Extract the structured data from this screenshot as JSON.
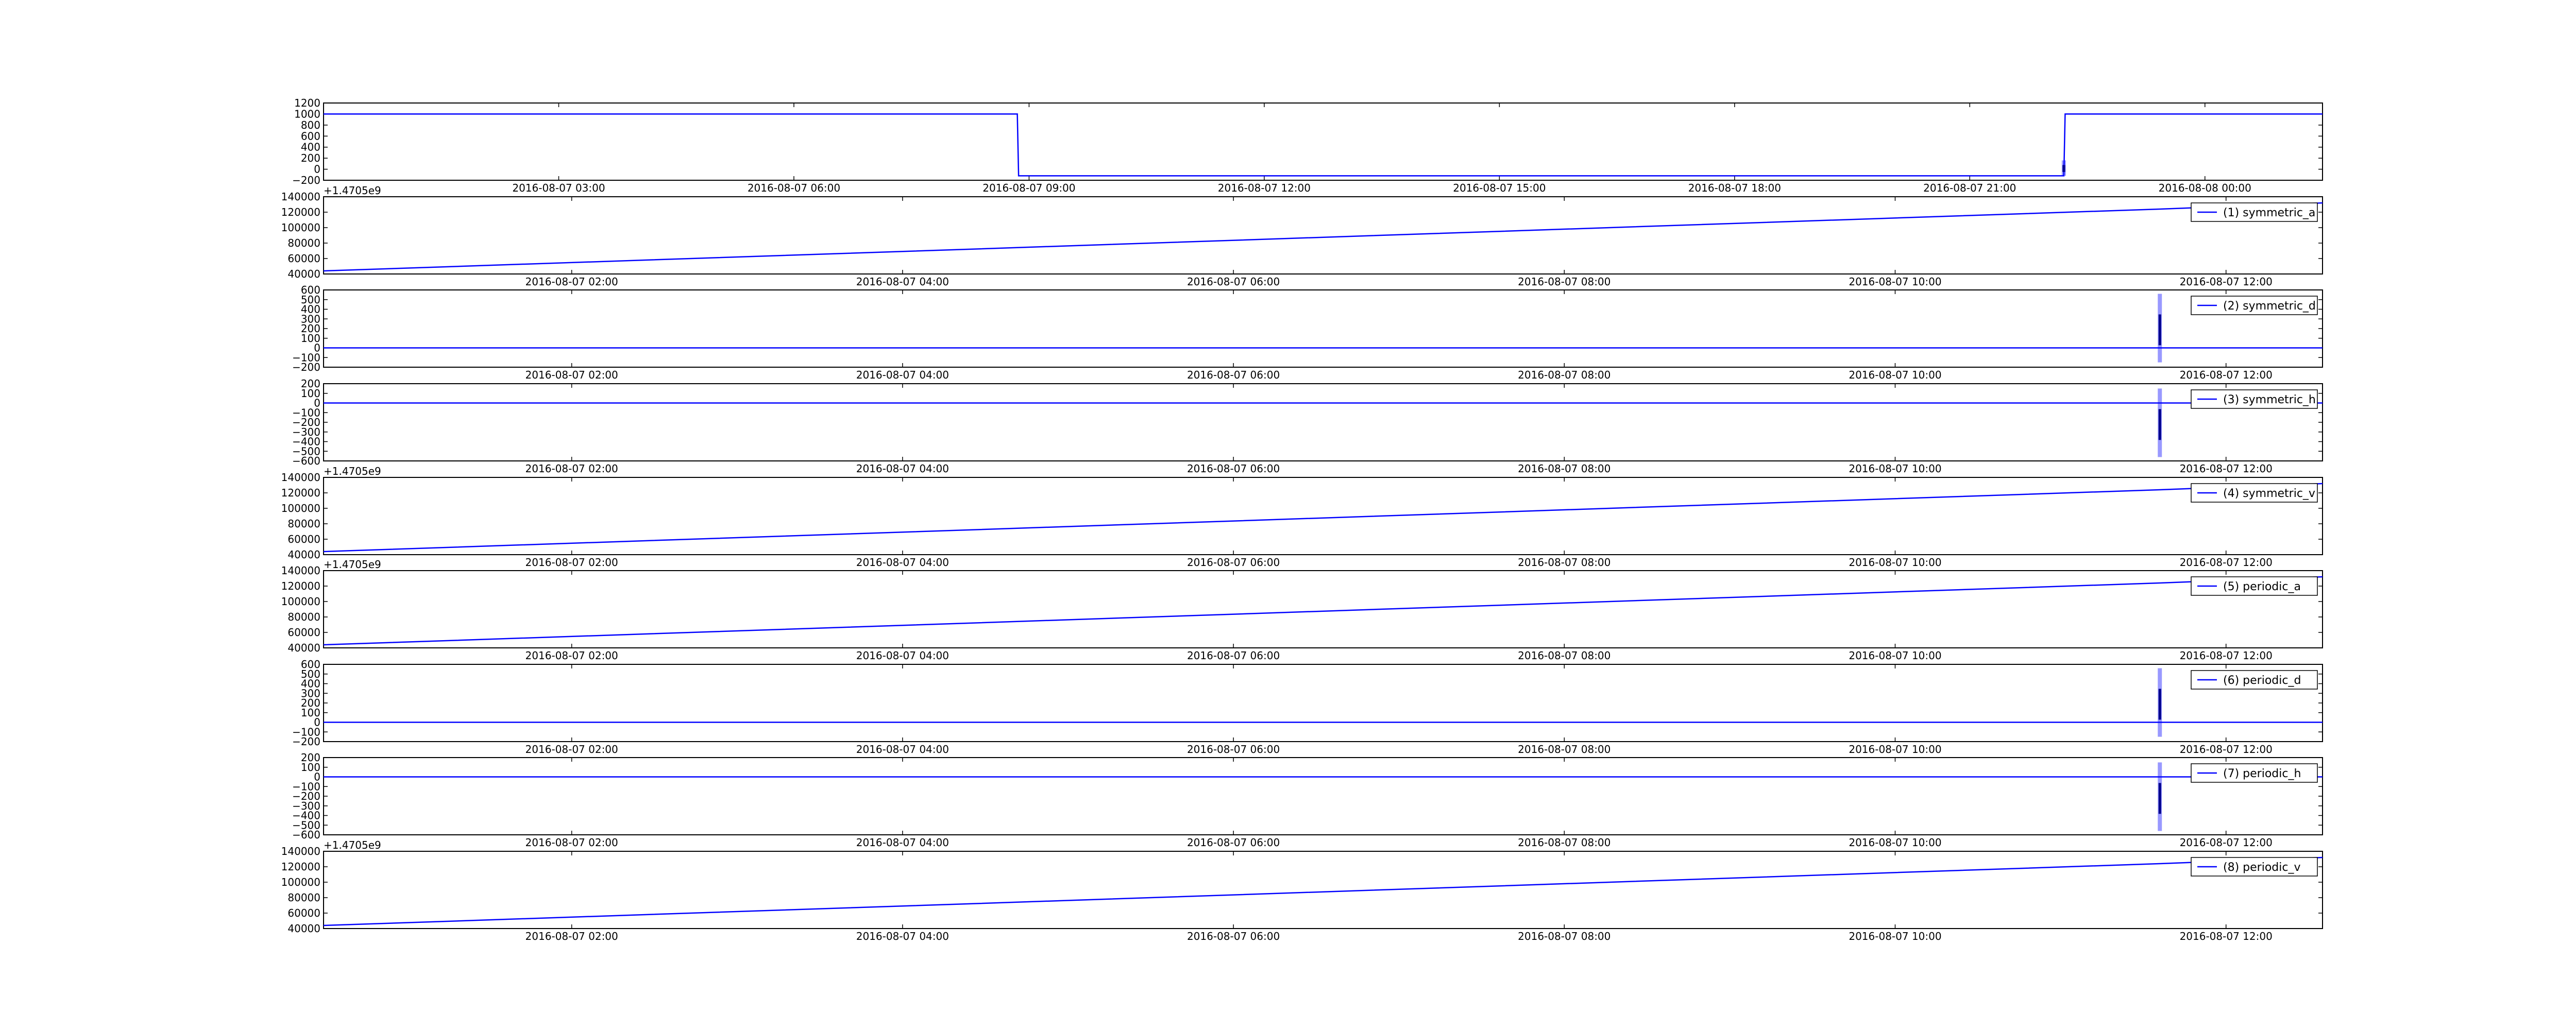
{
  "chart_data": [
    {
      "type": "line",
      "title": "",
      "legend": "",
      "x_axis": {
        "kind": "time",
        "range": [
          "2016-08-07 00:00",
          "2016-08-08 01:30"
        ],
        "ticks": [
          "2016-08-07 03:00",
          "2016-08-07 06:00",
          "2016-08-07 09:00",
          "2016-08-07 12:00",
          "2016-08-07 15:00",
          "2016-08-07 18:00",
          "2016-08-07 21:00",
          "2016-08-08 00:00"
        ]
      },
      "y_axis": {
        "range": [
          -200,
          1200
        ],
        "ticks": [
          "−200",
          "0",
          "200",
          "400",
          "600",
          "800",
          "1000",
          "1200"
        ],
        "offset_text": ""
      },
      "series": [
        {
          "name": "",
          "color": "#0000ff",
          "points": [
            [
              "2016-08-07 00:00",
              1000
            ],
            [
              "2016-08-07 08:51",
              1000
            ],
            [
              "2016-08-07 08:52",
              -120
            ],
            [
              "2016-08-07 22:12",
              -120
            ],
            [
              "2016-08-07 22:13",
              1000
            ],
            [
              "2016-08-08 01:30",
              1000
            ]
          ],
          "spike": {
            "x": "2016-08-07 22:12",
            "from": -120,
            "to": 160
          }
        }
      ]
    },
    {
      "type": "line",
      "legend": "(1) symmetric_a",
      "x_axis": {
        "kind": "time",
        "range": [
          "2016-08-07 00:30",
          "2016-08-07 12:35"
        ],
        "ticks": [
          "2016-08-07 02:00",
          "2016-08-07 04:00",
          "2016-08-07 06:00",
          "2016-08-07 08:00",
          "2016-08-07 10:00",
          "2016-08-07 12:00"
        ]
      },
      "y_axis": {
        "range": [
          40000,
          140000
        ],
        "ticks": [
          "40000",
          "60000",
          "80000",
          "100000",
          "120000",
          "140000"
        ],
        "offset_text": "+1.4705e9"
      },
      "series": [
        {
          "name": "(1) symmetric_a",
          "color": "#0000ff",
          "points": [
            [
              "2016-08-07 00:30",
              44000
            ],
            [
              "2016-08-07 04:57",
              76000
            ],
            [
              "2016-08-07 11:36",
              124000
            ],
            [
              "2016-08-07 12:35",
              132000
            ]
          ]
        }
      ]
    },
    {
      "type": "line",
      "legend": "(2) symmetric_d",
      "x_axis": {
        "kind": "time",
        "range": [
          "2016-08-07 00:30",
          "2016-08-07 12:35"
        ],
        "ticks": [
          "2016-08-07 02:00",
          "2016-08-07 04:00",
          "2016-08-07 06:00",
          "2016-08-07 08:00",
          "2016-08-07 10:00",
          "2016-08-07 12:00"
        ]
      },
      "y_axis": {
        "range": [
          -200,
          600
        ],
        "ticks": [
          "−200",
          "−100",
          "0",
          "100",
          "200",
          "300",
          "400",
          "500",
          "600"
        ],
        "offset_text": ""
      },
      "series": [
        {
          "name": "(2) symmetric_d",
          "color": "#0000ff",
          "points": [
            [
              "2016-08-07 00:30",
              0
            ],
            [
              "2016-08-07 12:35",
              0
            ]
          ],
          "spike": {
            "x": "2016-08-07 11:36",
            "from": -150,
            "to": 560
          }
        }
      ]
    },
    {
      "type": "line",
      "legend": "(3) symmetric_h",
      "x_axis": {
        "kind": "time",
        "range": [
          "2016-08-07 00:30",
          "2016-08-07 12:35"
        ],
        "ticks": [
          "2016-08-07 02:00",
          "2016-08-07 04:00",
          "2016-08-07 06:00",
          "2016-08-07 08:00",
          "2016-08-07 10:00",
          "2016-08-07 12:00"
        ]
      },
      "y_axis": {
        "range": [
          -600,
          200
        ],
        "ticks": [
          "−600",
          "−500",
          "−400",
          "−300",
          "−200",
          "−100",
          "0",
          "100",
          "200"
        ],
        "offset_text": ""
      },
      "series": [
        {
          "name": "(3) symmetric_h",
          "color": "#0000ff",
          "points": [
            [
              "2016-08-07 00:30",
              0
            ],
            [
              "2016-08-07 12:35",
              0
            ]
          ],
          "spike": {
            "x": "2016-08-07 11:36",
            "from": -560,
            "to": 150
          }
        }
      ]
    },
    {
      "type": "line",
      "legend": "(4) symmetric_v",
      "x_axis": {
        "kind": "time",
        "range": [
          "2016-08-07 00:30",
          "2016-08-07 12:35"
        ],
        "ticks": [
          "2016-08-07 02:00",
          "2016-08-07 04:00",
          "2016-08-07 06:00",
          "2016-08-07 08:00",
          "2016-08-07 10:00",
          "2016-08-07 12:00"
        ]
      },
      "y_axis": {
        "range": [
          40000,
          140000
        ],
        "ticks": [
          "40000",
          "60000",
          "80000",
          "100000",
          "120000",
          "140000"
        ],
        "offset_text": "+1.4705e9"
      },
      "series": [
        {
          "name": "(4) symmetric_v",
          "color": "#0000ff",
          "points": [
            [
              "2016-08-07 00:30",
              44000
            ],
            [
              "2016-08-07 04:57",
              76000
            ],
            [
              "2016-08-07 11:36",
              124000
            ],
            [
              "2016-08-07 12:35",
              132000
            ]
          ]
        }
      ]
    },
    {
      "type": "line",
      "legend": "(5) periodic_a",
      "x_axis": {
        "kind": "time",
        "range": [
          "2016-08-07 00:30",
          "2016-08-07 12:35"
        ],
        "ticks": [
          "2016-08-07 02:00",
          "2016-08-07 04:00",
          "2016-08-07 06:00",
          "2016-08-07 08:00",
          "2016-08-07 10:00",
          "2016-08-07 12:00"
        ]
      },
      "y_axis": {
        "range": [
          40000,
          140000
        ],
        "ticks": [
          "40000",
          "60000",
          "80000",
          "100000",
          "120000",
          "140000"
        ],
        "offset_text": "+1.4705e9"
      },
      "series": [
        {
          "name": "(5) periodic_a",
          "color": "#0000ff",
          "points": [
            [
              "2016-08-07 00:30",
              44000
            ],
            [
              "2016-08-07 04:57",
              76000
            ],
            [
              "2016-08-07 11:36",
              124000
            ],
            [
              "2016-08-07 12:35",
              132000
            ]
          ]
        }
      ]
    },
    {
      "type": "line",
      "legend": "(6) periodic_d",
      "x_axis": {
        "kind": "time",
        "range": [
          "2016-08-07 00:30",
          "2016-08-07 12:35"
        ],
        "ticks": [
          "2016-08-07 02:00",
          "2016-08-07 04:00",
          "2016-08-07 06:00",
          "2016-08-07 08:00",
          "2016-08-07 10:00",
          "2016-08-07 12:00"
        ]
      },
      "y_axis": {
        "range": [
          -200,
          600
        ],
        "ticks": [
          "−200",
          "−100",
          "0",
          "100",
          "200",
          "300",
          "400",
          "500",
          "600"
        ],
        "offset_text": ""
      },
      "series": [
        {
          "name": "(6) periodic_d",
          "color": "#0000ff",
          "points": [
            [
              "2016-08-07 00:30",
              0
            ],
            [
              "2016-08-07 12:35",
              0
            ]
          ],
          "spike": {
            "x": "2016-08-07 11:36",
            "from": -150,
            "to": 560
          }
        }
      ]
    },
    {
      "type": "line",
      "legend": "(7) periodic_h",
      "x_axis": {
        "kind": "time",
        "range": [
          "2016-08-07 00:30",
          "2016-08-07 12:35"
        ],
        "ticks": [
          "2016-08-07 02:00",
          "2016-08-07 04:00",
          "2016-08-07 06:00",
          "2016-08-07 08:00",
          "2016-08-07 10:00",
          "2016-08-07 12:00"
        ]
      },
      "y_axis": {
        "range": [
          -600,
          200
        ],
        "ticks": [
          "−600",
          "−500",
          "−400",
          "−300",
          "−200",
          "−100",
          "0",
          "100",
          "200"
        ],
        "offset_text": ""
      },
      "series": [
        {
          "name": "(7) periodic_h",
          "color": "#0000ff",
          "points": [
            [
              "2016-08-07 00:30",
              0
            ],
            [
              "2016-08-07 12:35",
              0
            ]
          ],
          "spike": {
            "x": "2016-08-07 11:36",
            "from": -560,
            "to": 150
          }
        }
      ]
    },
    {
      "type": "line",
      "legend": "(8) periodic_v",
      "x_axis": {
        "kind": "time",
        "range": [
          "2016-08-07 00:30",
          "2016-08-07 12:35"
        ],
        "ticks": [
          "2016-08-07 02:00",
          "2016-08-07 04:00",
          "2016-08-07 06:00",
          "2016-08-07 08:00",
          "2016-08-07 10:00",
          "2016-08-07 12:00"
        ]
      },
      "y_axis": {
        "range": [
          40000,
          140000
        ],
        "ticks": [
          "40000",
          "60000",
          "80000",
          "100000",
          "120000",
          "140000"
        ],
        "offset_text": "+1.4705e9"
      },
      "series": [
        {
          "name": "(8) periodic_v",
          "color": "#0000ff",
          "points": [
            [
              "2016-08-07 00:30",
              44000
            ],
            [
              "2016-08-07 04:57",
              76000
            ],
            [
              "2016-08-07 11:36",
              124000
            ],
            [
              "2016-08-07 12:35",
              132000
            ]
          ]
        }
      ]
    }
  ]
}
